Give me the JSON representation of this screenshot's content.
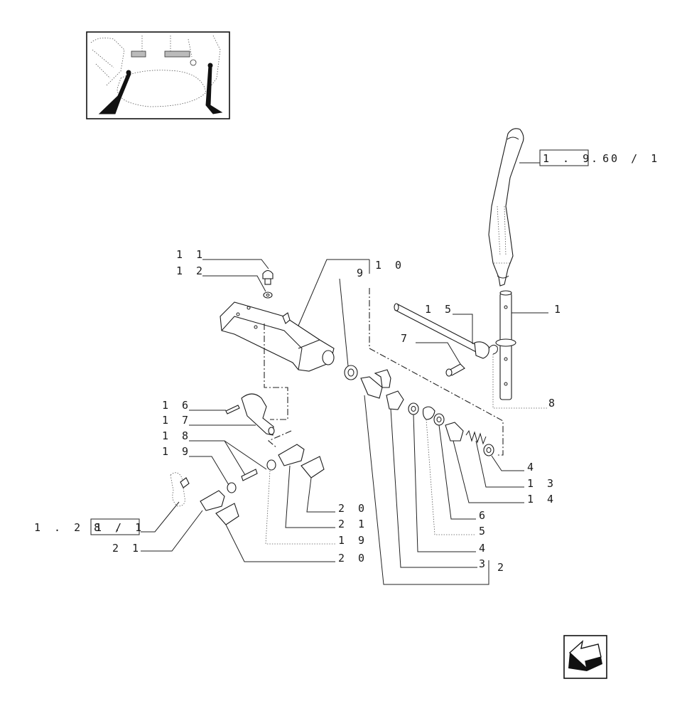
{
  "references": {
    "top_right": {
      "boxed": "1 . 9 6",
      "suffix": ". 0 / 1"
    },
    "left": {
      "prefix": "1 . 2 8 .",
      "boxed": "1 / 1"
    }
  },
  "callouts": {
    "c11": "1 1",
    "c12": "1 2",
    "c9": "9",
    "c10": "1 0",
    "c15": "1 5",
    "c7": "7",
    "c1": "1",
    "c8": "8",
    "c16": "1 6",
    "c17": "1 7",
    "c18": "1 8",
    "c19a": "1 9",
    "c4a": "4",
    "c13": "1 3",
    "c14": "1 4",
    "c6": "6",
    "c5": "5",
    "c4b": "4",
    "c3": "3",
    "c2": "2",
    "c20a": "2 0",
    "c21a": "2 1",
    "c19b": "1 9",
    "c20b": "2 0",
    "c21b": "2 1"
  },
  "icons": {
    "thumbnail": "tractor-cab-pedals-thumbnail",
    "nav": "back-arrow-icon"
  }
}
